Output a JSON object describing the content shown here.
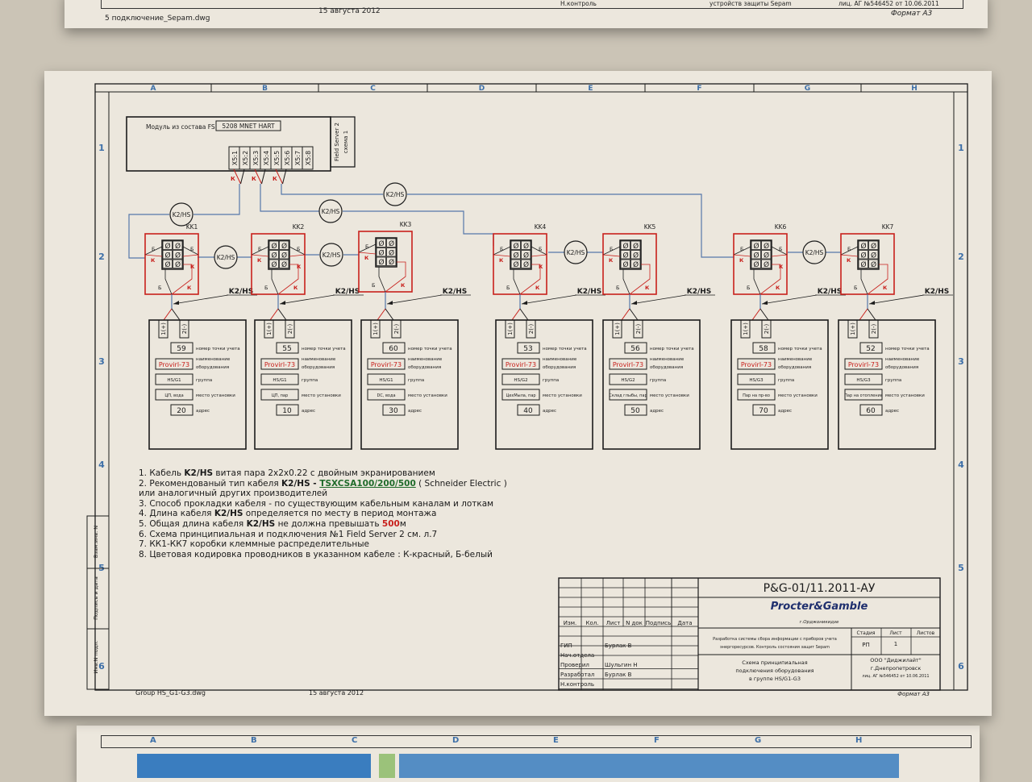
{
  "top_sheet": {
    "filename": "5 подключение_Sepam.dwg",
    "date": "15 августа 2012",
    "format": "Формат А3",
    "cell1": "Н.контроль",
    "cell2": "устройств защиты Sepam",
    "cell3": "лиц. АГ №546452 от 10.06.2011"
  },
  "sheet": {
    "columns": [
      "A",
      "B",
      "C",
      "D",
      "E",
      "F",
      "G",
      "H"
    ],
    "rows": [
      "1",
      "2",
      "3",
      "4",
      "5",
      "6"
    ],
    "module": {
      "label": "Модуль из состава FS",
      "name": "5208 MNET HART",
      "side1": "Field Server 2",
      "side2": "схема 1",
      "terminals": [
        "X5:1",
        "X5:2",
        "X5:3",
        "X5:4",
        "X5:5",
        "X5:6",
        "X5:7",
        "X5:8"
      ],
      "wire_label": "К"
    },
    "cable_label": "K2/HS",
    "wire_white": "Б",
    "wire_red": "К",
    "term_plus": "1(+)",
    "term_minus": "2(-)",
    "field_labels": {
      "point": "номер точки учета",
      "equip1": "наименование",
      "equip2": "оборудования",
      "group": "группа",
      "place": "место установки",
      "addr": "адрес"
    },
    "devices": [
      {
        "kk": "KK1",
        "point": "59",
        "equip": "Provirl-73",
        "group": "HS/G1",
        "place": "ЦП, вода",
        "addr": "20"
      },
      {
        "kk": "KK2",
        "point": "55",
        "equip": "Provirl-73",
        "group": "HS/G1",
        "place": "ЦП, пар",
        "addr": "10"
      },
      {
        "kk": "KK3",
        "point": "60",
        "equip": "Provirl-73",
        "group": "HS/G1",
        "place": "DC, вода",
        "addr": "30"
      },
      {
        "kk": "KK4",
        "point": "53",
        "equip": "Provirl-73",
        "group": "HS/G2",
        "place": "ЦехМыла, пар",
        "addr": "40"
      },
      {
        "kk": "KK5",
        "point": "56",
        "equip": "Provirl-73",
        "group": "HS/G2",
        "place": "Склад глыбы, пар",
        "addr": "50"
      },
      {
        "kk": "KK6",
        "point": "58",
        "equip": "Provirl-73",
        "group": "HS/G3",
        "place": "Пар на пр-во",
        "addr": "70"
      },
      {
        "kk": "KK7",
        "point": "52",
        "equip": "Provirl-73",
        "group": "HS/G3",
        "place": "Пар на отопление",
        "addr": "60"
      }
    ],
    "notes": {
      "n1a": "1. Кабель ",
      "n1b": "K2/HS",
      "n1c": " витая пара 2x2x0.22 с двойным экранированием",
      "n2a": "2. Рекомендованый тип кабеля ",
      "n2b": "K2/HS - ",
      "n2c": "TSXCSA100/200/500",
      "n2d": " ( Schneider Electric )",
      "n2e": "или аналогичный других производителей",
      "n3": "3. Способ прокладки кабеля - по существующим кабельным каналам и лоткам",
      "n4a": "4. Длина кабеля ",
      "n4b": "K2/HS",
      "n4c": " определяется по месту в период монтажа",
      "n5a": "5. Общая длина кабеля ",
      "n5b": "K2/HS",
      "n5c": " не должна превышать ",
      "n5d": "500",
      "n5e": "м",
      "n6": "6. Схема принципиальная и подключения №1  Field Server 2 см. л.7",
      "n7": "7. КК1-КК7 коробки клеммные распределительные",
      "n8": "8. Цветовая кодировка проводников в указанном кабеле : К-красный, Б-белый"
    },
    "side_stamps": [
      "Взам.инв. N",
      "Подпись и дата",
      "Инв.N подл."
    ],
    "title_block": {
      "code": "P&G-01/11.2011-АУ",
      "company": "Procter&Gamble",
      "city": "г.Орджоникидзе",
      "headers": [
        "Изм.",
        "Кол.",
        "Лист",
        "N док",
        "Подпись",
        "Дата"
      ],
      "roles": [
        "ГИП",
        "Нач.отдела",
        "Проверил",
        "Разработал",
        "Н.контроль"
      ],
      "names": [
        "Бурлак В",
        "",
        "Шульгин Н",
        "Бурлак В",
        ""
      ],
      "project": "Разработка системы сбора информации с приборов учета энергоресурсов. Контроль состояния защит Sepam",
      "drawing1": "Схема принципиальная",
      "drawing2": "подключения оборудования",
      "drawing3": "в группе HS/G1-G3",
      "stage_h": "Стадия",
      "sheet_h": "Лист",
      "sheets_h": "Листов",
      "stage": "РП",
      "sheet_no": "1",
      "sheets": "",
      "org1": "ООО \"Диджилайт\"",
      "org2": "г.Днепропетровск",
      "org3": "лиц. АГ №546452 от 10.06.2011",
      "format": "Формат А3"
    },
    "filename": "Group HS_G1-G3.dwg",
    "date": "15 августа 2012"
  },
  "bottom_sheet": {
    "columns": [
      "A",
      "B",
      "C",
      "D",
      "E",
      "F",
      "G",
      "H"
    ]
  },
  "colors": {
    "red": "#c8201c",
    "blue": "#5577aa",
    "ink": "#1c1c1c",
    "green": "#1f6b2a",
    "navy": "#1f2f6e",
    "rownum": "#3d6fa8"
  }
}
